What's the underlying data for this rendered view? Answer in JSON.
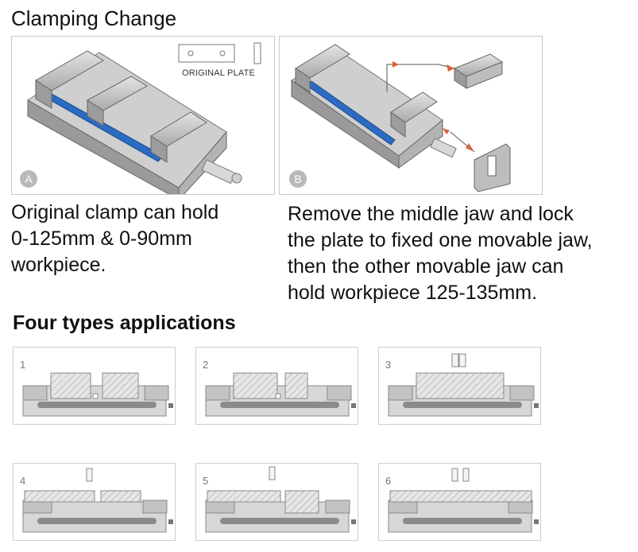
{
  "page": {
    "title": "Clamping Change",
    "panel_a": {
      "badge": "A",
      "plate_label": "ORIGINAL PLATE"
    },
    "panel_b": {
      "badge": "B"
    },
    "caption_a": [
      "Original clamp can hold",
      "0-125mm & 0-90mm",
      "workpiece."
    ],
    "caption_b": [
      "Remove the middle jaw and lock",
      "the plate to fixed one movable jaw,",
      "then the other movable jaw can",
      "hold workpiece 125-135mm."
    ],
    "section_title": "Four types applications",
    "applications": [
      {
        "number": "1"
      },
      {
        "number": "2"
      },
      {
        "number": "3"
      },
      {
        "number": "4"
      },
      {
        "number": "5"
      },
      {
        "number": "6"
      }
    ]
  },
  "colors": {
    "vise_body": "#bfbfbf",
    "vise_dark": "#8a8a8a",
    "slot_blue": "#2b6bc4",
    "arrow": "#d9623b",
    "hatch": "#9a9a9a"
  }
}
